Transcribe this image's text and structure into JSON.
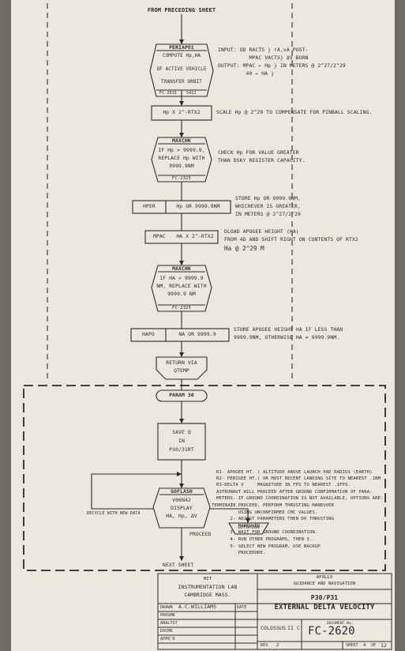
{
  "header": "FROM PRECEDING SHEET",
  "periapo": {
    "title": "PERIAPO1",
    "body": [
      "COMPUTE Hp,HA",
      "OF ACTIVE VEHICLE",
      "TRANSFER ORBIT"
    ],
    "ref": "FC-2615",
    "ref2": "5412",
    "note": [
      "INPUT: OD RACTS } rA,vA POST-",
      "          MPAC VACTS} ΔV BURN",
      "OUTPUT: MPAC ← Hp } IN METERS @ 2^27/2^29",
      "         40 ← HA }"
    ]
  },
  "hp_scale": {
    "box": "Hp X 2^-RTX2",
    "note": "SCALE Hp @ 2^29 TO COMPENSATE FOR PINBALL SCALING."
  },
  "maxchk1": {
    "title": "MAXCHK",
    "body": [
      "IF Hp > 9999.9,",
      "REPLACE Hp WITH",
      "9999.9NM"
    ],
    "ref": "FC-2325",
    "note": [
      "CHECK Hp FOR VALUE GREATER",
      "THAN DSKY REGISTER CAPACITY."
    ]
  },
  "hper": {
    "box_left": "HPER",
    "box_right": "Hp OR 9999.9NM",
    "note": [
      "STORE Hp OR 9999.9NM,",
      "WHICHEVER IS GREATER,",
      "IN METERS @ 2^27/2^29"
    ]
  },
  "mpac": {
    "box_left": "MPAC",
    "box_right": "HA X 2^-RTX2",
    "note": [
      "DLOAD APOGEE HEIGHT (HA)",
      "FROM 4D AND SHIFT RIGHT ON CONTENTS OF RTX2",
      "Ha @ 2^29 M"
    ]
  },
  "maxchk2": {
    "title": "MAXCHK",
    "body": [
      "IF HA > 9999.9",
      "NM, REPLACE WITH",
      "9999.9 NM"
    ],
    "ref": "FC-2325"
  },
  "hapo": {
    "box_left": "HAPO",
    "box_right": "NA OR 9999.9",
    "note": [
      "STORE APOGEE HEIGHT HA IF LESS THAN",
      "9999.9NM, OTHERWISE HA = 9999.9NM."
    ]
  },
  "return": {
    "line1": "RETURN VIA",
    "line2": "QTEMP"
  },
  "param30": "PARAM 30",
  "saveq": [
    "SAVE Q",
    "IN",
    "P30/31RT"
  ],
  "goflash": {
    "title": "GOFLASH",
    "body": [
      "V06N42",
      "DISPLAY",
      "HA, Hp, ΔV"
    ],
    "recycle": "RECYCLE WITH NEW DATA",
    "terminate": "TERMINATE",
    "proceed": "PROCEED",
    "gotopoon": "GOTOPOON"
  },
  "registers": [
    "R1- APOGEE HT. ( ALTITUDE ABOVE LAUNCH PAD RADIUS (EARTH)",
    "R2- PERIGEE HT.( OR MOST RECENT LANDING SITE TO NEAREST .1NM",
    "R3-DELTA V     MAGNITUDE IN FPS TO NEAREST .1FPS.",
    "ASTRONAUT WILL PROCEED AFTER GROUND CONFIRMATION OF PARA-",
    "METERS. IF GROUND COORDINATION IS NOT AVAILABLE, OPTIONS ARE:",
    "     1- PROCEED, PERFORM THRUSTING MANEUVER",
    "        USING UNCONFIRMED CMC VALUES.",
    "     2- ADJUST PARAMETERS THEN DO THRUSTING",
    "        MANEUVER.",
    "     3- WAIT FOR GROUND COORDINATION.",
    "     4- RUN OTHER PROGRAMS, THEN 3.",
    "     5- SELECT NEW PROGRAM, USE BACKUP",
    "        PROCEDURE."
  ],
  "next_sheet": "NEXT SHEET",
  "title_block": {
    "org": [
      "MIT",
      "INSTRUMENTATION LAB",
      "CAMBRIDGE MASS."
    ],
    "program": [
      "APOLLO",
      "GUIDANCE AND NAVIGATION"
    ],
    "title": [
      "P30/P31",
      "EXTERNAL DELTA VELOCITY"
    ],
    "drawn_label": "DRAWN",
    "drawn_by": "A.C.WILLIAMS",
    "progmr_label": "PROGMR",
    "analyst_label": "ANALYST",
    "docmr_label": "DOCMR",
    "apprd_label": "APPR'D",
    "date_label": "DATE",
    "colossus": "COLOSSUS",
    "colossus_ver": "II C",
    "doc_no_label": "DOCUMENT No.",
    "doc_no": "FC-2620",
    "rev_label": "REV",
    "rev": "2",
    "sheet_label": "SHEET",
    "sheet": "4",
    "of_label": "OF",
    "of": "12"
  }
}
